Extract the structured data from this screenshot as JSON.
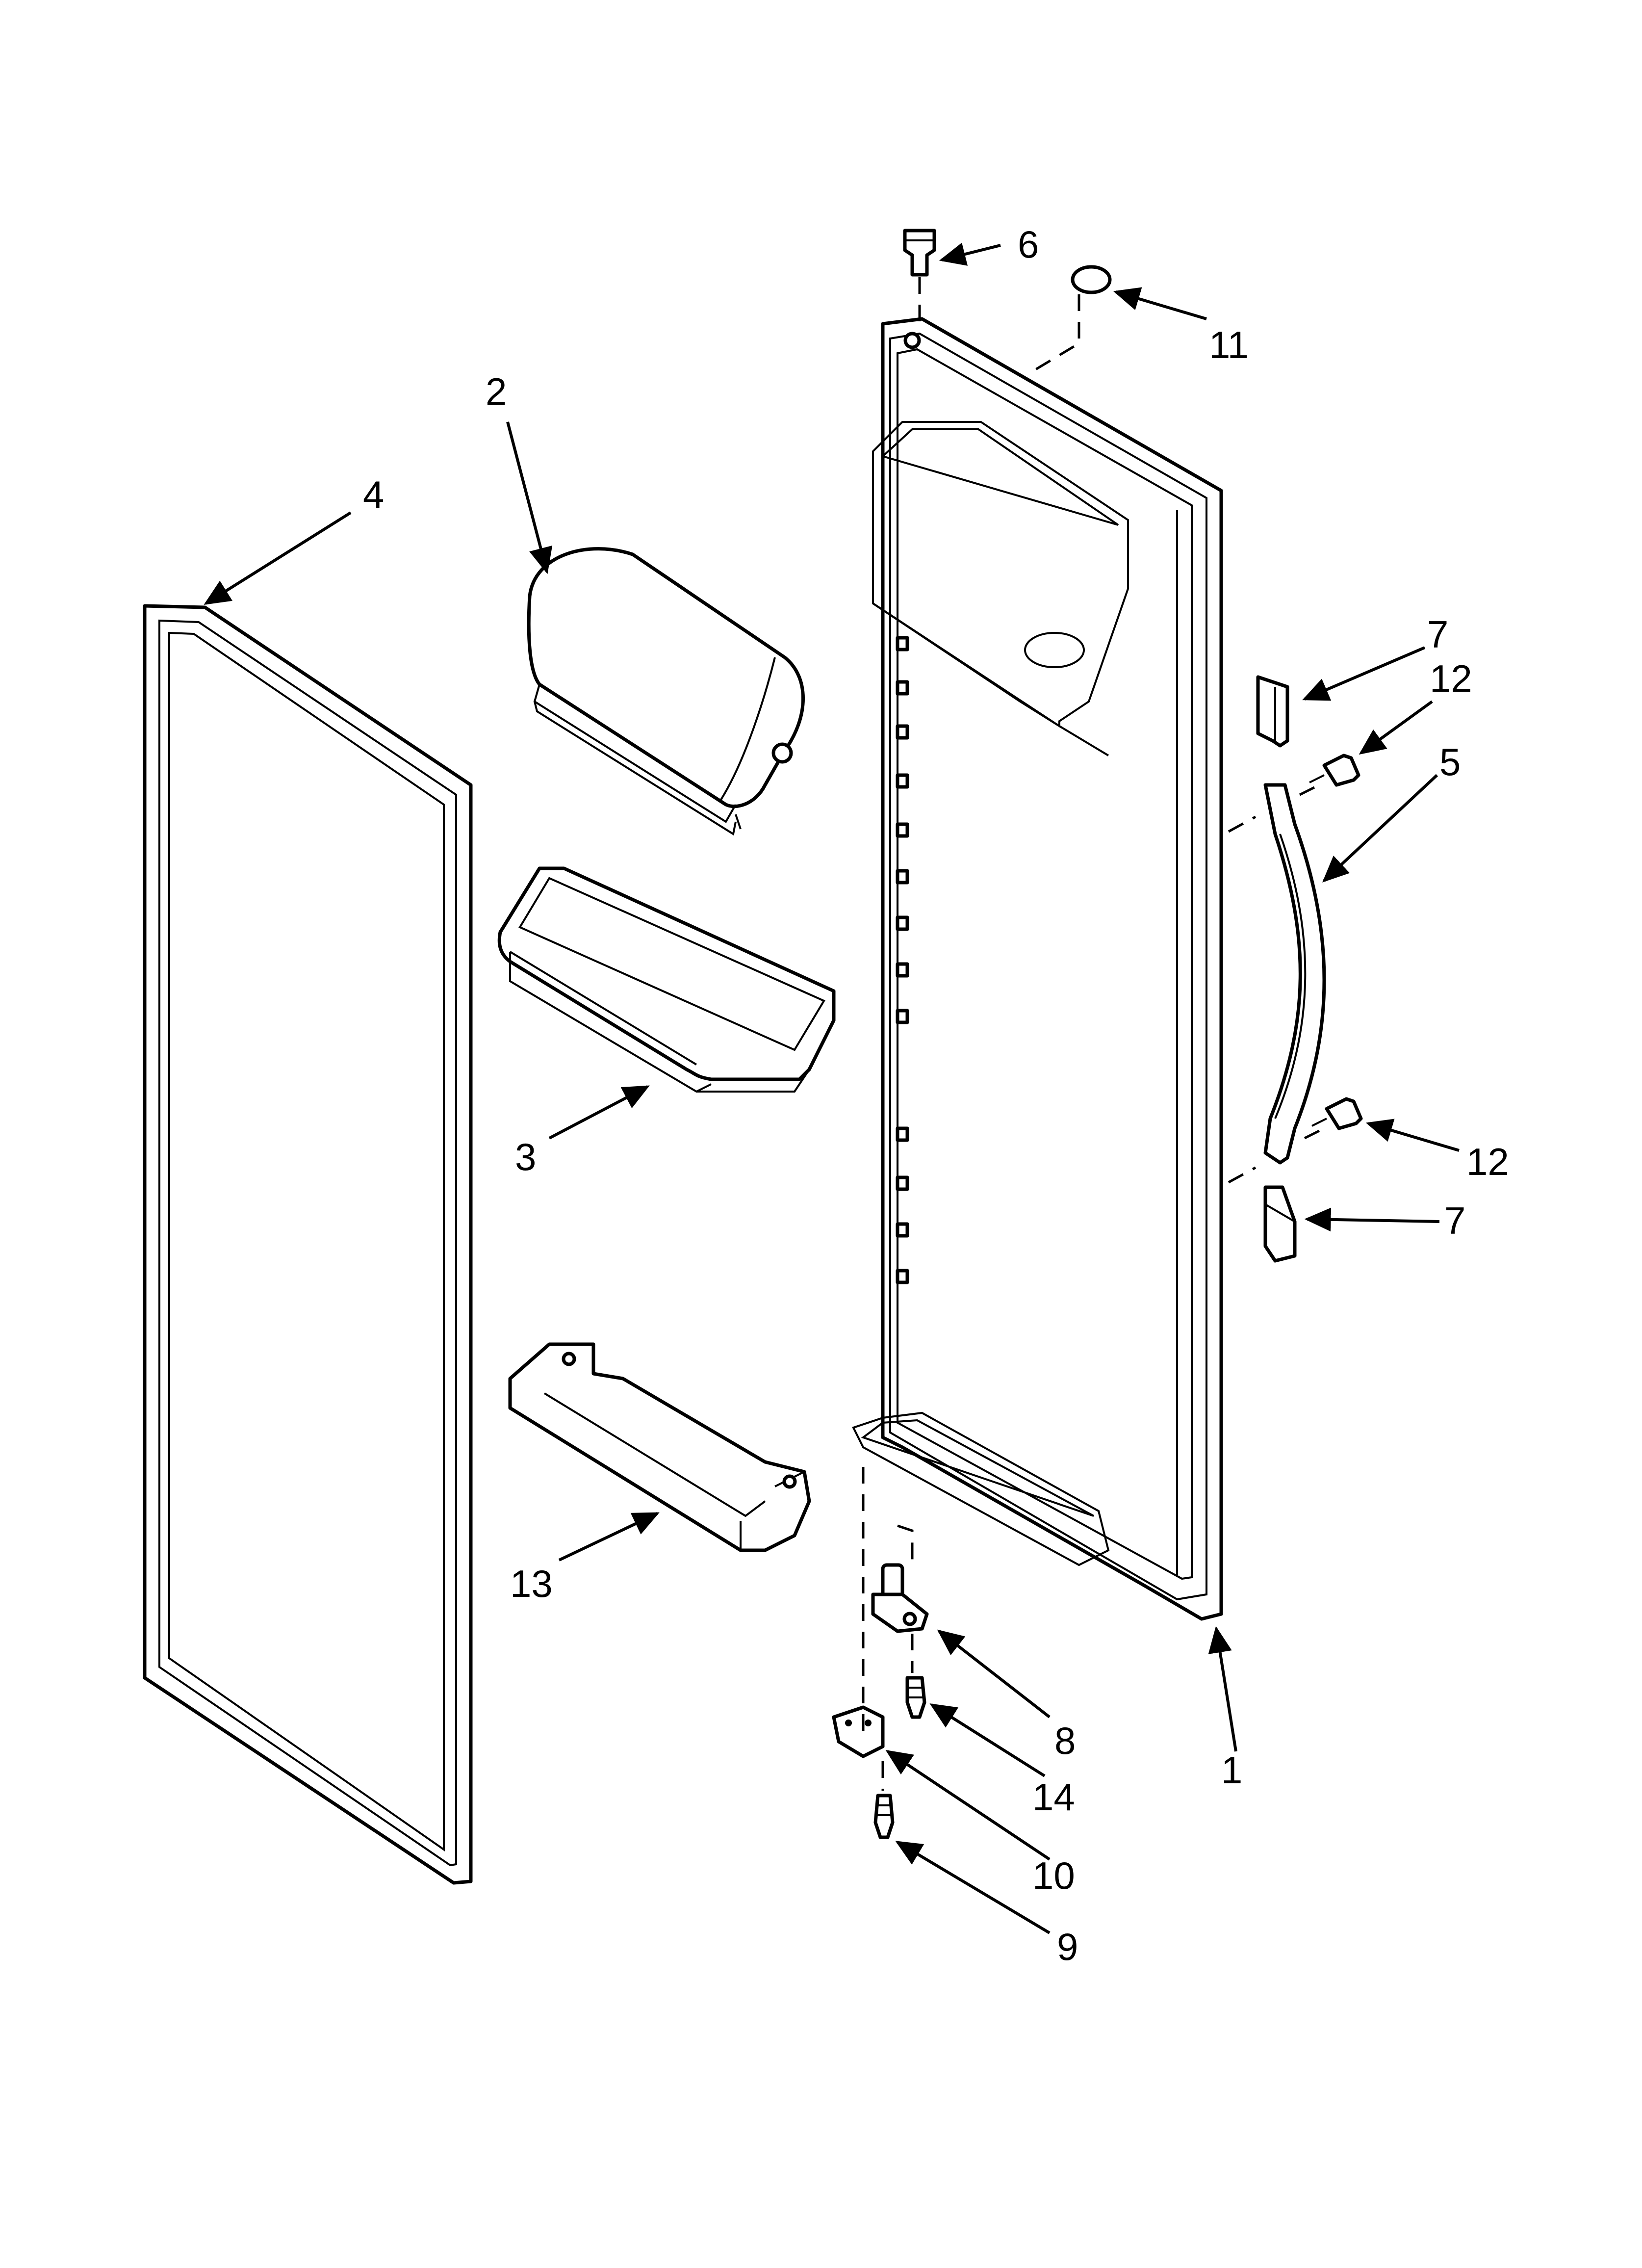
{
  "diagram": {
    "type": "exploded-parts-view",
    "colors": {
      "ink": "#000000",
      "paper": "#ffffff"
    }
  },
  "callouts": [
    {
      "id": "1",
      "label": "1"
    },
    {
      "id": "2",
      "label": "2"
    },
    {
      "id": "3",
      "label": "3"
    },
    {
      "id": "4",
      "label": "4"
    },
    {
      "id": "5",
      "label": "5"
    },
    {
      "id": "6",
      "label": "6"
    },
    {
      "id": "7a",
      "label": "7"
    },
    {
      "id": "7b",
      "label": "7"
    },
    {
      "id": "8",
      "label": "8"
    },
    {
      "id": "9",
      "label": "9"
    },
    {
      "id": "10",
      "label": "10"
    },
    {
      "id": "11",
      "label": "11"
    },
    {
      "id": "12a",
      "label": "12"
    },
    {
      "id": "12b",
      "label": "12"
    },
    {
      "id": "13",
      "label": "13"
    },
    {
      "id": "14",
      "label": "14"
    }
  ]
}
